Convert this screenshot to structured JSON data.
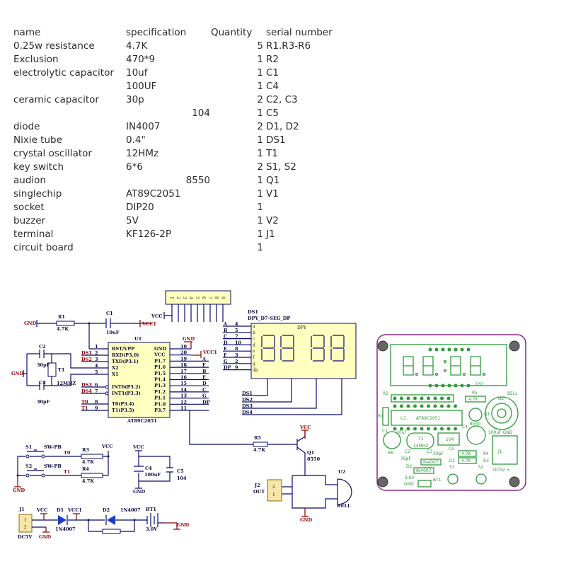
{
  "bom": {
    "headers": {
      "name": "name",
      "specification": "specification",
      "quantity": "Quantity",
      "serial": "serial number"
    },
    "rows": [
      {
        "name": "0.25w resistance",
        "spec": "4.7K",
        "mid": "",
        "qty": "5",
        "serial": "R1.R3-R6"
      },
      {
        "name": "Exclusion",
        "spec": "470*9",
        "mid": "",
        "qty": "1",
        "serial": "R2"
      },
      {
        "name": "electrolytic capacitor",
        "spec": "10uf",
        "mid": "",
        "qty": "1",
        "serial": "C1"
      },
      {
        "name": "",
        "spec": "100UF",
        "mid": "",
        "qty": "1",
        "serial": "C4"
      },
      {
        "name": "ceramic capacitor",
        "spec": "30p",
        "mid": "",
        "qty": "2",
        "serial": "C2, C3"
      },
      {
        "name": "",
        "spec": "",
        "mid": "104",
        "qty": "1",
        "serial": "C5"
      },
      {
        "name": "diode",
        "spec": "IN4007",
        "mid": "",
        "qty": "2",
        "serial": "D1, D2"
      },
      {
        "name": "Nixie tube",
        "spec": "0.4\"",
        "mid": "",
        "qty": "1",
        "serial": "DS1"
      },
      {
        "name": "crystal oscillator",
        "spec": "12HMz",
        "mid": "",
        "qty": "1",
        "serial": "T1"
      },
      {
        "name": "key switch",
        "spec": "6*6",
        "mid": "",
        "qty": "2",
        "serial": "S1, S2"
      },
      {
        "name": "audion",
        "spec": "",
        "mid": "8550",
        "qty": "1",
        "serial": "Q1"
      },
      {
        "name": "singlechip",
        "spec": "AT89C2051",
        "mid": "",
        "qty": "1",
        "serial": "V1"
      },
      {
        "name": "socket",
        "spec": "DIP20",
        "mid": "",
        "qty": "1",
        "serial": ""
      },
      {
        "name": "buzzer",
        "spec": "5V",
        "mid": "",
        "qty": "1",
        "serial": "V2"
      },
      {
        "name": "terminal",
        "spec": "KF126-2P",
        "mid": "",
        "qty": "1",
        "serial": "J1"
      },
      {
        "name": "circuit board",
        "spec": "",
        "mid": "",
        "qty": "1",
        "serial": ""
      }
    ]
  },
  "schematic": {
    "gnd": "GND",
    "vcc": "VCC",
    "vcc1": "VCC1",
    "r1": "R1",
    "r1_val": "4.7K",
    "c1": "C1",
    "c1_val": "10uF",
    "u1": "U1",
    "u1_part": "AT89C2051",
    "u1_left": [
      "RST/VPP",
      "RXD(P3.0)",
      "TXD(P3.1)",
      "X2",
      "X1",
      "INT0(P3.2)",
      "INT1(P3.3)",
      "T0(P3.4)",
      "T1(P3.5)"
    ],
    "u1_left_pins": [
      "1",
      "2",
      "3",
      "4",
      "5",
      "6",
      "7",
      "8",
      "9"
    ],
    "u1_left_nets": [
      "",
      "DS1",
      "DS2",
      "",
      "",
      "DS3",
      "DS4",
      "T0",
      "T1"
    ],
    "u1_right": [
      "GND",
      "VCC",
      "P1.7",
      "P1.6",
      "P1.5",
      "P1.4",
      "P1.3",
      "P1.2",
      "P1.1",
      "P1.0",
      "P3.7"
    ],
    "u1_right_pins": [
      "10",
      "20",
      "19",
      "18",
      "17",
      "16",
      "15",
      "14",
      "13",
      "12",
      "11"
    ],
    "u1_right_nets": [
      "A",
      "F",
      "B",
      "E",
      "D",
      "C",
      "G",
      "DP"
    ],
    "c2": "C2",
    "c3": "C3",
    "c_val": "30pF",
    "t1": "T1",
    "t1_val": "12MHZ",
    "header_pins": [
      "1",
      "2",
      "3",
      "4",
      "5",
      "6",
      "7",
      "8",
      "9"
    ],
    "ds1": "DS1",
    "dpy_part": "DPY_D7-SEG_DP",
    "dpy": "DPY",
    "dpy_nets": [
      "A",
      "B",
      "C",
      "D",
      "E",
      "F",
      "G",
      "DP"
    ],
    "dpy_pins": [
      "4",
      "5",
      "7",
      "10",
      "8",
      "3",
      "2",
      "9"
    ],
    "dpy_seg": [
      "a",
      "b",
      "c",
      "d",
      "e",
      "f",
      "g",
      "dp"
    ],
    "dpy_com": [
      "DS1",
      "DS2",
      "DS3",
      "DS4"
    ],
    "s1": "S1",
    "s2": "S2",
    "sw": "SW-PB",
    "t0": "T0",
    "t1net": "T1",
    "r3": "R3",
    "r4": "R4",
    "r5": "R5",
    "r_val": "4.7K",
    "c4": "C4",
    "c4_val": "100uF",
    "c5": "C5",
    "c5_val": "104",
    "q1": "Q1",
    "q1_val": "8550",
    "u2": "U2",
    "bell": "BELL",
    "j2": "J2",
    "out": "OUT",
    "j1": "J1",
    "dc5v": "DC5V",
    "d1": "D1",
    "d2": "D2",
    "diode_val": "1N4007",
    "bt1": "BT1",
    "bt1_val": "3.0V",
    "conn_pins": [
      "2",
      "1"
    ],
    "j1_pins": [
      "1",
      "2"
    ]
  },
  "pcb": {
    "ds1": "DS1",
    "r2": "R2",
    "plus": "+",
    "r1": "R1",
    "r1_val": "4.7K",
    "u1": "U1",
    "chip": "AT89C2051",
    "r5": "R5",
    "r5_val": "4.7K",
    "bell": "BELL",
    "u2": "U2",
    "q1": "Q1",
    "q1_val": "8550",
    "c1": "C1",
    "c1_val": "10uF",
    "t1": "T1",
    "t1_val": "12MHZ",
    "c5_val": "104",
    "c4": "C4",
    "c4_lbl": "100uF GND",
    "c2": "C2",
    "c3": "C3",
    "c_val": "30pF",
    "c5": "C5",
    "r4": "R4",
    "r3": "R3",
    "r_val": "4.7K",
    "d1": "D1",
    "d2": "D2",
    "diode": "IN4007",
    "r6": "R6",
    "j1": "J1",
    "s1": "S1",
    "s2": "S2",
    "dc5v": "DC5V +",
    "bt1": "BT1",
    "bt_val": "3.0V",
    "gnd": "GND"
  }
}
